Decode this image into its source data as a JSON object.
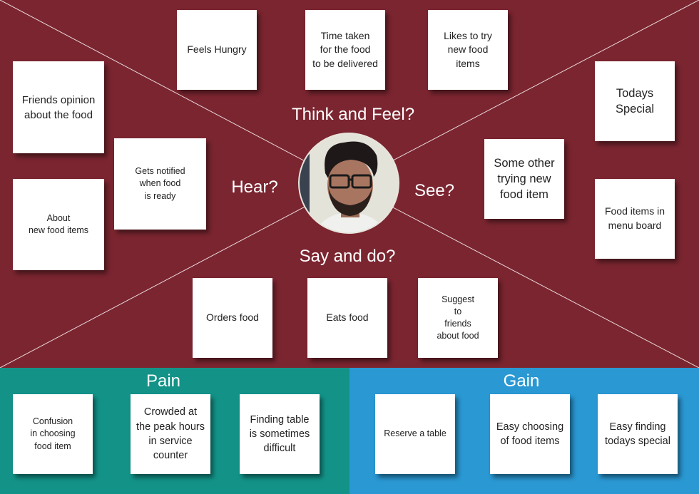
{
  "colors": {
    "top": "#7b2530",
    "pain": "#139388",
    "gain": "#2a98d3"
  },
  "labels": {
    "think": "Think and Feel?",
    "hear": "Hear?",
    "see": "See?",
    "say": "Say and do?",
    "pain": "Pain",
    "gain": "Gain"
  },
  "think_cards": [
    "Feels Hungry",
    "Time taken\nfor the food\nto be delivered",
    "Likes to try\nnew food\nitems"
  ],
  "hear_cards": [
    "Friends opinion\nabout the food",
    "Gets notified\nwhen food\nis ready",
    "About\nnew food items"
  ],
  "see_cards": [
    "Todays\nSpecial",
    "Some other\ntrying new\nfood item",
    "Food items in\nmenu board"
  ],
  "say_cards": [
    "Orders food",
    "Eats food",
    "Suggest\nto\nfriends\nabout  food"
  ],
  "pain_cards": [
    "Confusion\nin choosing\nfood item",
    "Crowded at\nthe peak hours\nin service\ncounter",
    "Finding table\nis sometimes\ndifficult"
  ],
  "gain_cards": [
    "Reserve a table",
    "Easy choosing\nof food items",
    "Easy finding\ntodays special"
  ]
}
